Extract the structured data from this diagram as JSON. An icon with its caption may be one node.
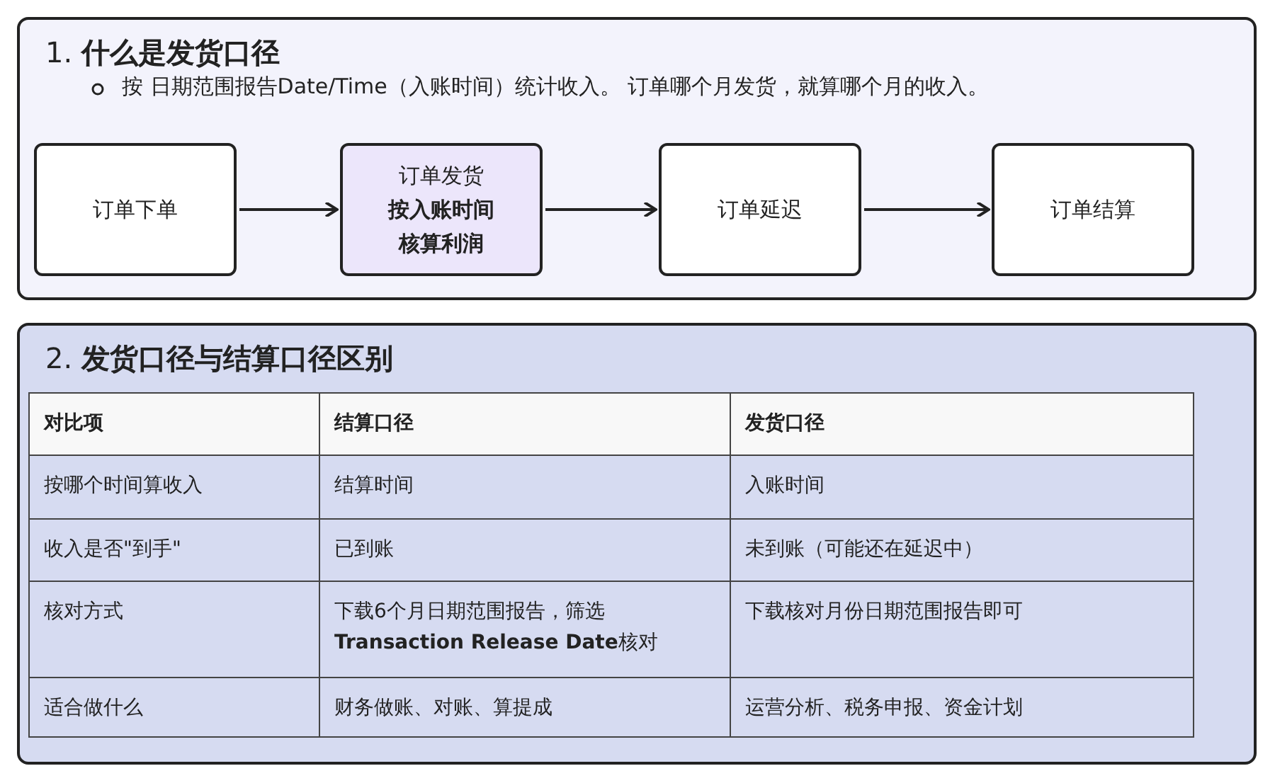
{
  "diagram": {
    "nodes": [
      {
        "text": [
          "1. **什么是发货口径**",
          "按 日期范围报告Date/Time（入账时间）统计收入。 订单哪个月发货，就算哪个月的收入。"
        ]
      },
      {
        "text": [
          "订单下单"
        ],
        "in": 0
      },
      {
        "text": [
          "订单发货",
          "按入账时间核算利润"
        ],
        "in": 0
      },
      {
        "text": [
          "订单延迟"
        ],
        "in": 0
      },
      {
        "text": [
          "订单结算"
        ],
        "in": 0
      },
      {
        "text": [
          "2. **发货口径与结算口径区别**"
        ]
      }
    ],
    "edges": [
      {
        "from": 1,
        "to": 2,
        "arrow": "to"
      },
      {
        "from": 2,
        "to": 3,
        "arrow": "to"
      },
      {
        "from": 3,
        "to": 4,
        "arrow": "to"
      }
    ],
    "labels": [
      "对比项",
      "结算口径",
      "发货口径",
      "按哪个时间算收入",
      "结算时间",
      "入账时间",
      "收入是否\"到手\"",
      "已到账",
      "未到账（可能还在延迟中）",
      "核对方式",
      "下载6个月日期范围报告，筛选**Transaction Release Date**核对",
      "下载核对月份日期范围报告即可",
      "适合做什么",
      "财务做账、对账、算提成",
      "运营分析、税务申报、资金计划"
    ]
  }
}
